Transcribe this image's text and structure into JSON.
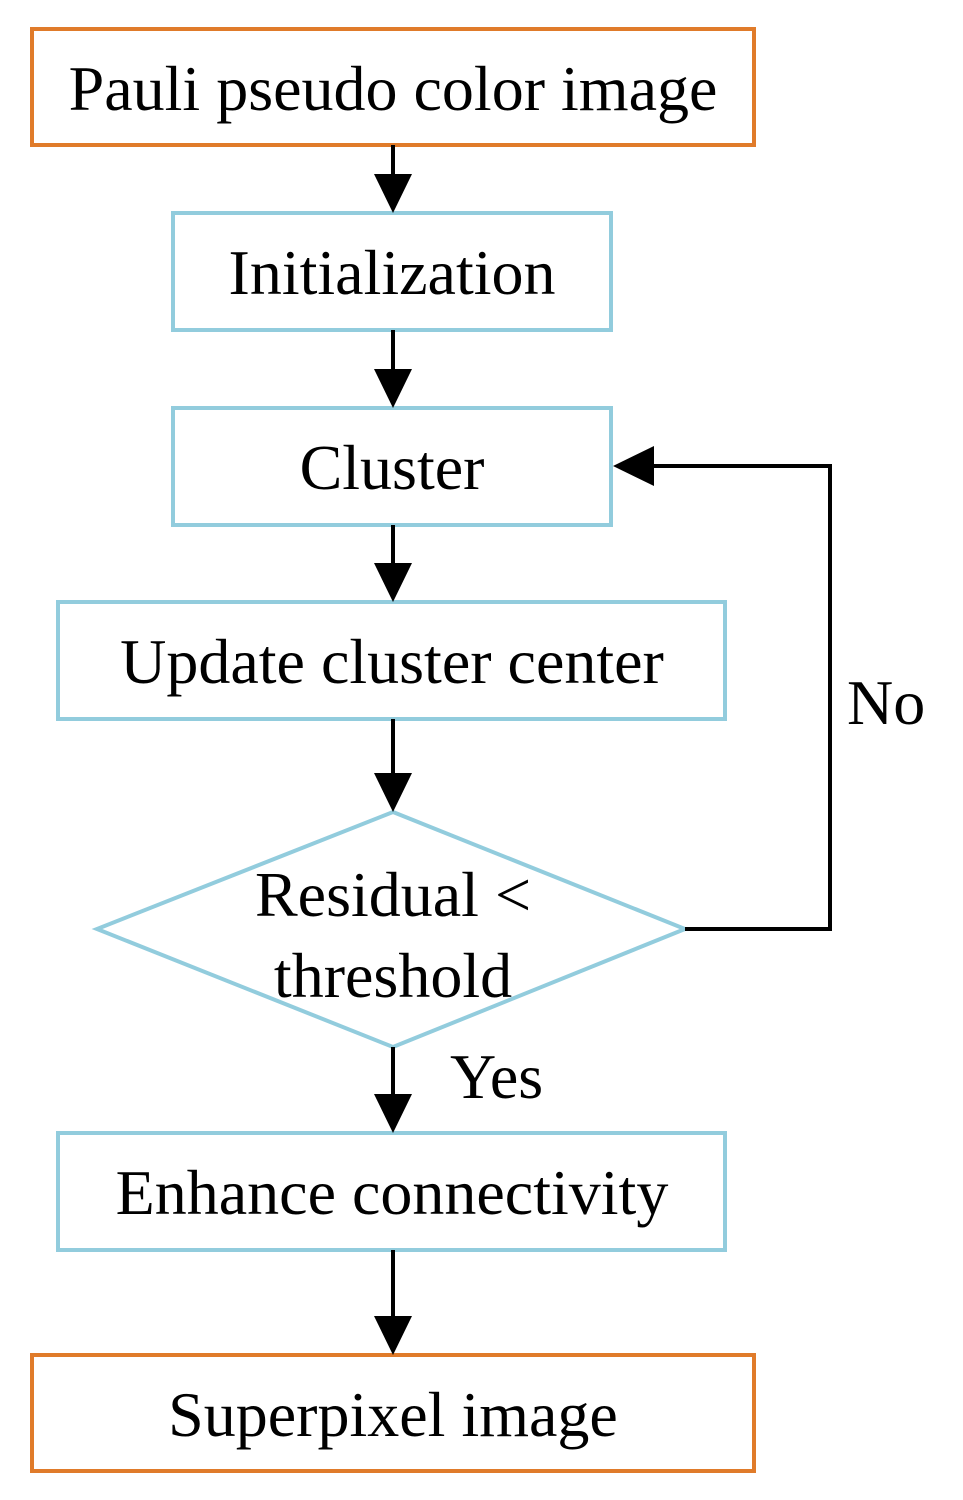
{
  "colors": {
    "terminal_border": "#E07B2A",
    "process_border": "#92CCDD",
    "decision_border": "#92CCDD",
    "connector": "#000000"
  },
  "nodes": {
    "start": "Pauli pseudo color image",
    "initialization": "Initialization",
    "cluster": "Cluster",
    "update": "Update cluster center",
    "decision_line1": "Residual <",
    "decision_line2": "threshold",
    "enhance": "Enhance connectivity",
    "end": "Superpixel image"
  },
  "edge_labels": {
    "no": "No",
    "yes": "Yes"
  }
}
